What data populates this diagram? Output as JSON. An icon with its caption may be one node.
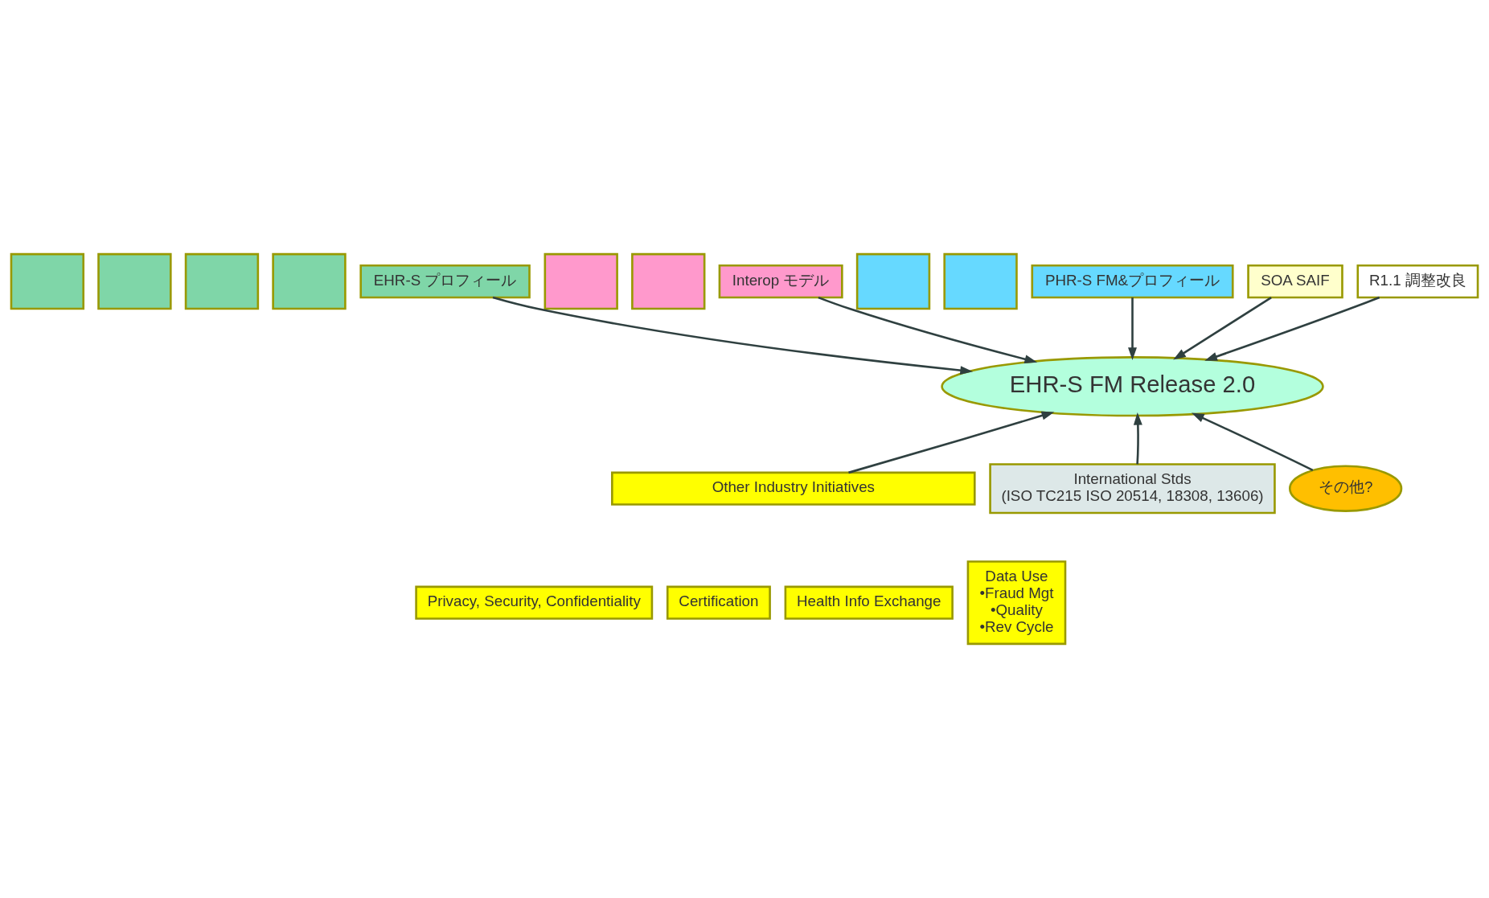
{
  "diagram": {
    "nodes": [
      {
        "text": [],
        "shape": "box"
      },
      {
        "text": [],
        "shape": "box"
      },
      {
        "text": [],
        "shape": "box"
      },
      {
        "text": [],
        "shape": "box"
      },
      {
        "text": [
          "EHR-S プロフィール"
        ]
      },
      {
        "text": [],
        "shape": "box"
      },
      {
        "text": [],
        "shape": "box"
      },
      {
        "text": [
          "Interop モデル"
        ]
      },
      {
        "text": [],
        "shape": "box"
      },
      {
        "text": [],
        "shape": "box"
      },
      {
        "text": [
          "PHR-S FM&プロフィール"
        ]
      },
      {
        "text": [
          "SOA SAIF"
        ]
      },
      {
        "text": [
          "R1.1 調整改良"
        ]
      },
      {
        "text": [
          "EHR-S FM Release 2.0"
        ]
      },
      {
        "text": [
          "Other Industry Initiatives"
        ]
      },
      {
        "text": [
          "Privacy, Security, Confidentiality"
        ]
      },
      {
        "text": [
          "Certification"
        ]
      },
      {
        "text": [
          "Health Info Exchange"
        ]
      },
      {
        "text": [
          "Data Use",
          "•Fraud Mgt",
          "•Quality",
          "•Rev Cycle"
        ]
      },
      {
        "text": [
          "International Stds",
          "(ISO TC215 ISO 20514, 18308, 13606)"
        ]
      },
      {
        "text": [
          "その他?"
        ]
      }
    ],
    "edges": [
      {
        "from": 4,
        "to": 13,
        "arrow": "to"
      },
      {
        "from": 7,
        "to": 13,
        "arrow": "to"
      },
      {
        "from": 10,
        "to": 13,
        "arrow": "to"
      },
      {
        "from": 11,
        "to": 13,
        "arrow": "to"
      },
      {
        "from": 12,
        "to": 13,
        "arrow": "to"
      },
      {
        "from": 14,
        "to": 13,
        "arrow": "to"
      },
      {
        "from": 19,
        "to": 13,
        "arrow": "to"
      },
      {
        "from": 20,
        "to": 13,
        "arrow": "to"
      }
    ]
  }
}
